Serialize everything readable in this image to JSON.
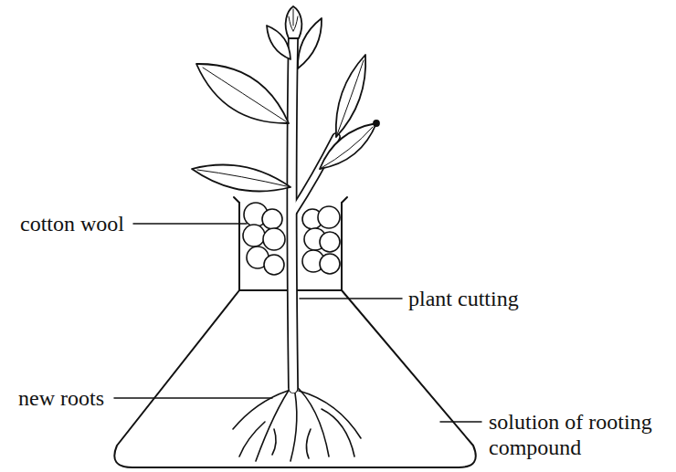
{
  "diagram": {
    "labels": [
      "cotton wool",
      "plant cutting",
      "new roots",
      "solution of rooting compound"
    ]
  }
}
